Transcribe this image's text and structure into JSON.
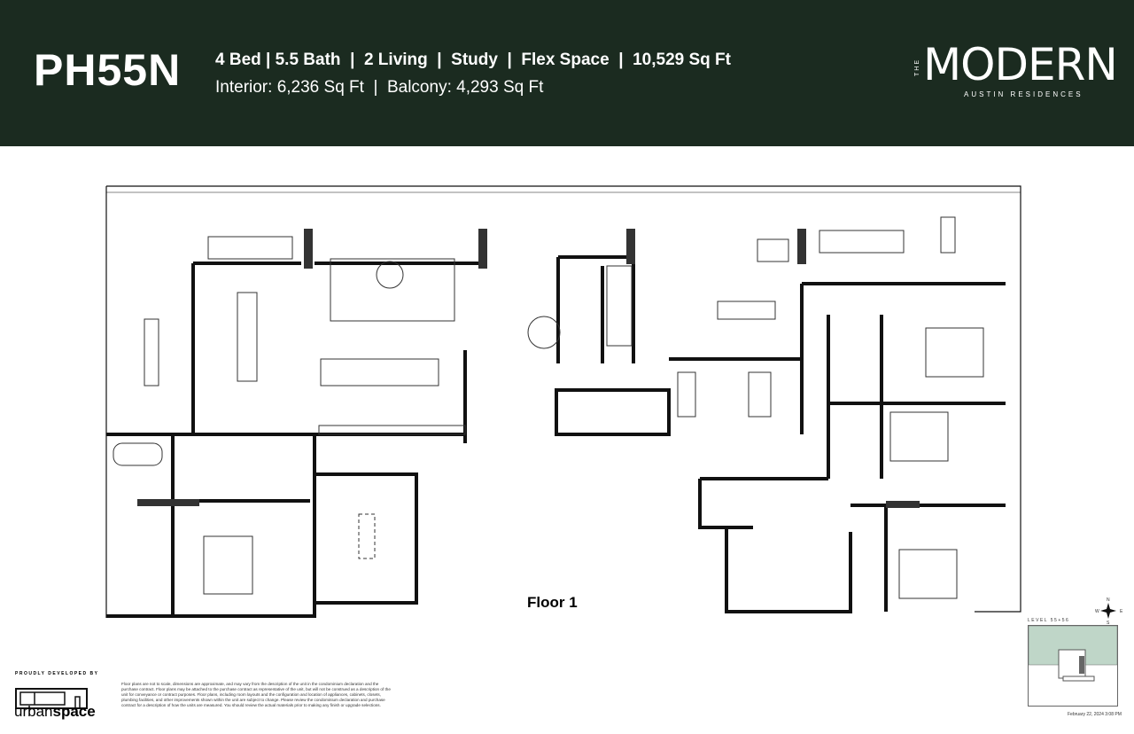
{
  "header": {
    "unit_name": "PH55N",
    "specs": "4 Bed | 5.5 Bath  |  2 Living  |  Study  |  Flex Space  |  10,529 Sq Ft",
    "areas": "Interior: 6,236 Sq Ft  |  Balcony: 4,293 Sq Ft",
    "logo": {
      "the": "THE",
      "main": "MODERN",
      "sub": "AUSTIN RESIDENCES"
    }
  },
  "plan": {
    "floor_label": "Floor 1"
  },
  "footer": {
    "developer_label": "PROUDLY DEVELOPED BY",
    "developer_name_light": "urban",
    "developer_name_bold": "space",
    "disclaimer": "Floor plans are not to scale, dimensions are approximate, and may vary from the description of the unit in the condominium declaration and the purchase contract. Floor plans may be attached to the purchase contract as representative of the unit, but will not be construed as a description of the unit for conveyance or contract purposes. Floor plans, including room layouts and the configuration and location of appliances, cabinets, closets, plumbing facilities, and other improvements shown within the unit are subject to change. Please review the condominium declaration and purchase contract for a description of how the units are measured. You should review the actual materials prior to making any finish or upgrade selections.",
    "keyplan_label": "LEVEL 55+56",
    "compass": {
      "n": "N",
      "s": "S",
      "e": "E",
      "w": "W"
    },
    "date": "February 22, 2024 3:08 PM"
  },
  "colors": {
    "header_bg": "#1b2b20",
    "keyplan_highlight": "#bfd6c8"
  }
}
